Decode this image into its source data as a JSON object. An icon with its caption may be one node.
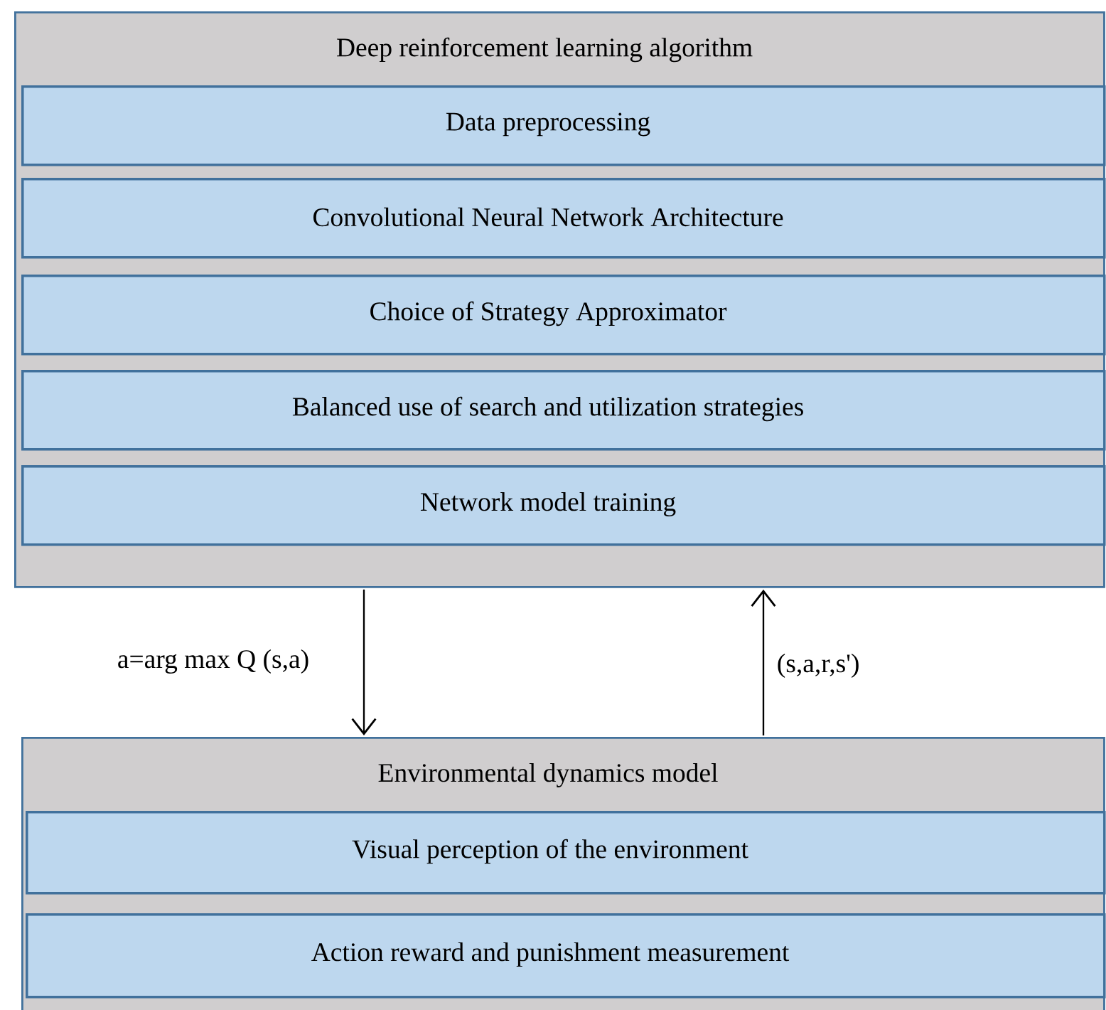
{
  "diagram": {
    "nodes": [
      {
        "text": [
          "Deep reinforcement learning algorithm"
        ]
      },
      {
        "text": [
          "Data preprocessing"
        ],
        "in": 0
      },
      {
        "text": [
          "Convolutional Neural Network Architecture"
        ],
        "in": 0
      },
      {
        "text": [
          "Choice of Strategy Approximator"
        ],
        "in": 0
      },
      {
        "text": [
          "Balanced use of search and utilization strategies"
        ],
        "in": 0
      },
      {
        "text": [
          "Network model training"
        ],
        "in": 0
      },
      {
        "text": [
          "Environmental dynamics model"
        ]
      },
      {
        "text": [
          "Visual perception of the environment"
        ],
        "in": 6
      },
      {
        "text": [
          "Action reward and punishment measurement"
        ],
        "in": 6
      }
    ],
    "edges": [
      {
        "from": 0,
        "to": 6,
        "arrow": "to",
        "label": "a=arg max Q (s,a)"
      },
      {
        "from": 6,
        "to": 0,
        "arrow": "to",
        "label": "(s,a,r,s')"
      }
    ]
  }
}
